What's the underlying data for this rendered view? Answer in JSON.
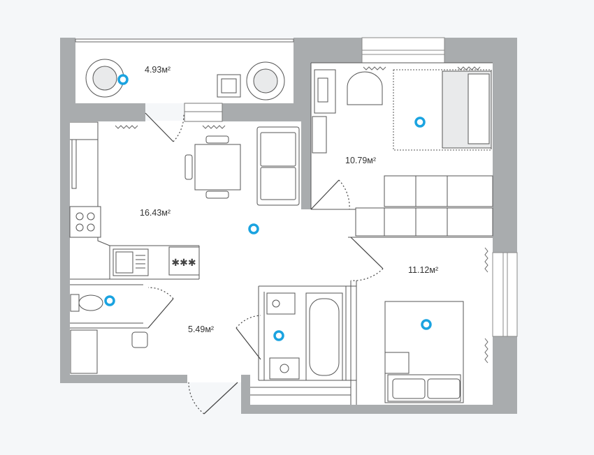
{
  "plan": {
    "background_color": "#f5f7f9",
    "wall_color": "#a9acae",
    "line_color": "#555555",
    "hotspot_color": "#1aa3e0"
  },
  "rooms": [
    {
      "id": "balcony",
      "area": "4.93м²"
    },
    {
      "id": "bedroom-top",
      "area": "10.79м²"
    },
    {
      "id": "kitchen-living",
      "area": "16.43м²"
    },
    {
      "id": "bedroom-bottom",
      "area": "11.12м²"
    },
    {
      "id": "hallway",
      "area": "5.49м²"
    }
  ],
  "hotspots": [
    {
      "id": "balcony"
    },
    {
      "id": "bedroom-top"
    },
    {
      "id": "kitchen-living"
    },
    {
      "id": "wc"
    },
    {
      "id": "bathroom"
    },
    {
      "id": "bedroom-bottom"
    }
  ]
}
